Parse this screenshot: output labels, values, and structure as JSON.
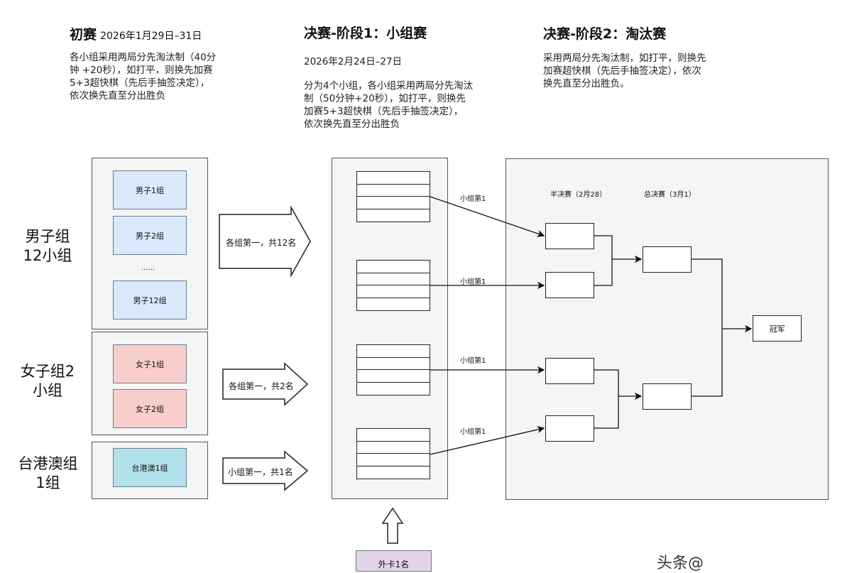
{
  "stages": {
    "preliminary": {
      "title": "初赛",
      "date": "2026年1月29日–31日",
      "desc": [
        "各小组采用两局分先淘汰制（40分",
        "钟 +20秒），如打平，则换先加赛",
        "5+3超快棋（先后手抽签决定），",
        "依次换先直至分出胜负"
      ]
    },
    "final_stage1": {
      "title": "决赛-阶段1：小组赛",
      "date": "2026年2月24日–27日",
      "desc": [
        "分为4个小组，各小组采用两局分先淘汰",
        "制（50分钟+20秒），如打平，则换先",
        "加赛5+3超快棋（先后手抽签决定），",
        "依次换先直至分出胜负"
      ]
    },
    "final_stage2": {
      "title": "决赛-阶段2：淘汰赛",
      "desc": [
        "采用两局分先淘汰制，如打平，则换先",
        "加赛超快棋（先后手抽签决定），依次",
        "换先直至分出胜负。"
      ]
    }
  },
  "divisions": {
    "men": {
      "label": [
        "男子组",
        "12小组"
      ],
      "groups": [
        "男子1组",
        "男子2组",
        "男子12组"
      ],
      "ellipsis": "......",
      "arrow": "各组第一，共12名",
      "color": "#dae8fc"
    },
    "women": {
      "label": [
        "女子组2",
        "小组"
      ],
      "groups": [
        "女子1组",
        "女子2组"
      ],
      "arrow": "各组第一，共2名",
      "color": "#f8cecc"
    },
    "tgm": {
      "label": [
        "台港澳组",
        "1组"
      ],
      "groups": [
        "台港澳1组"
      ],
      "arrow": "小组第一，共1名",
      "color": "#b1e1ea"
    }
  },
  "group_stage": {
    "tables": 4,
    "winner_label": "小组第1"
  },
  "knockout": {
    "semifinal_label": "半决赛（2月28）",
    "final_label": "总决赛（3月1）",
    "champion": "冠军"
  },
  "wildcard": {
    "label": "外卡1名",
    "color": "#e1d5e7"
  },
  "watermark": "头条@"
}
